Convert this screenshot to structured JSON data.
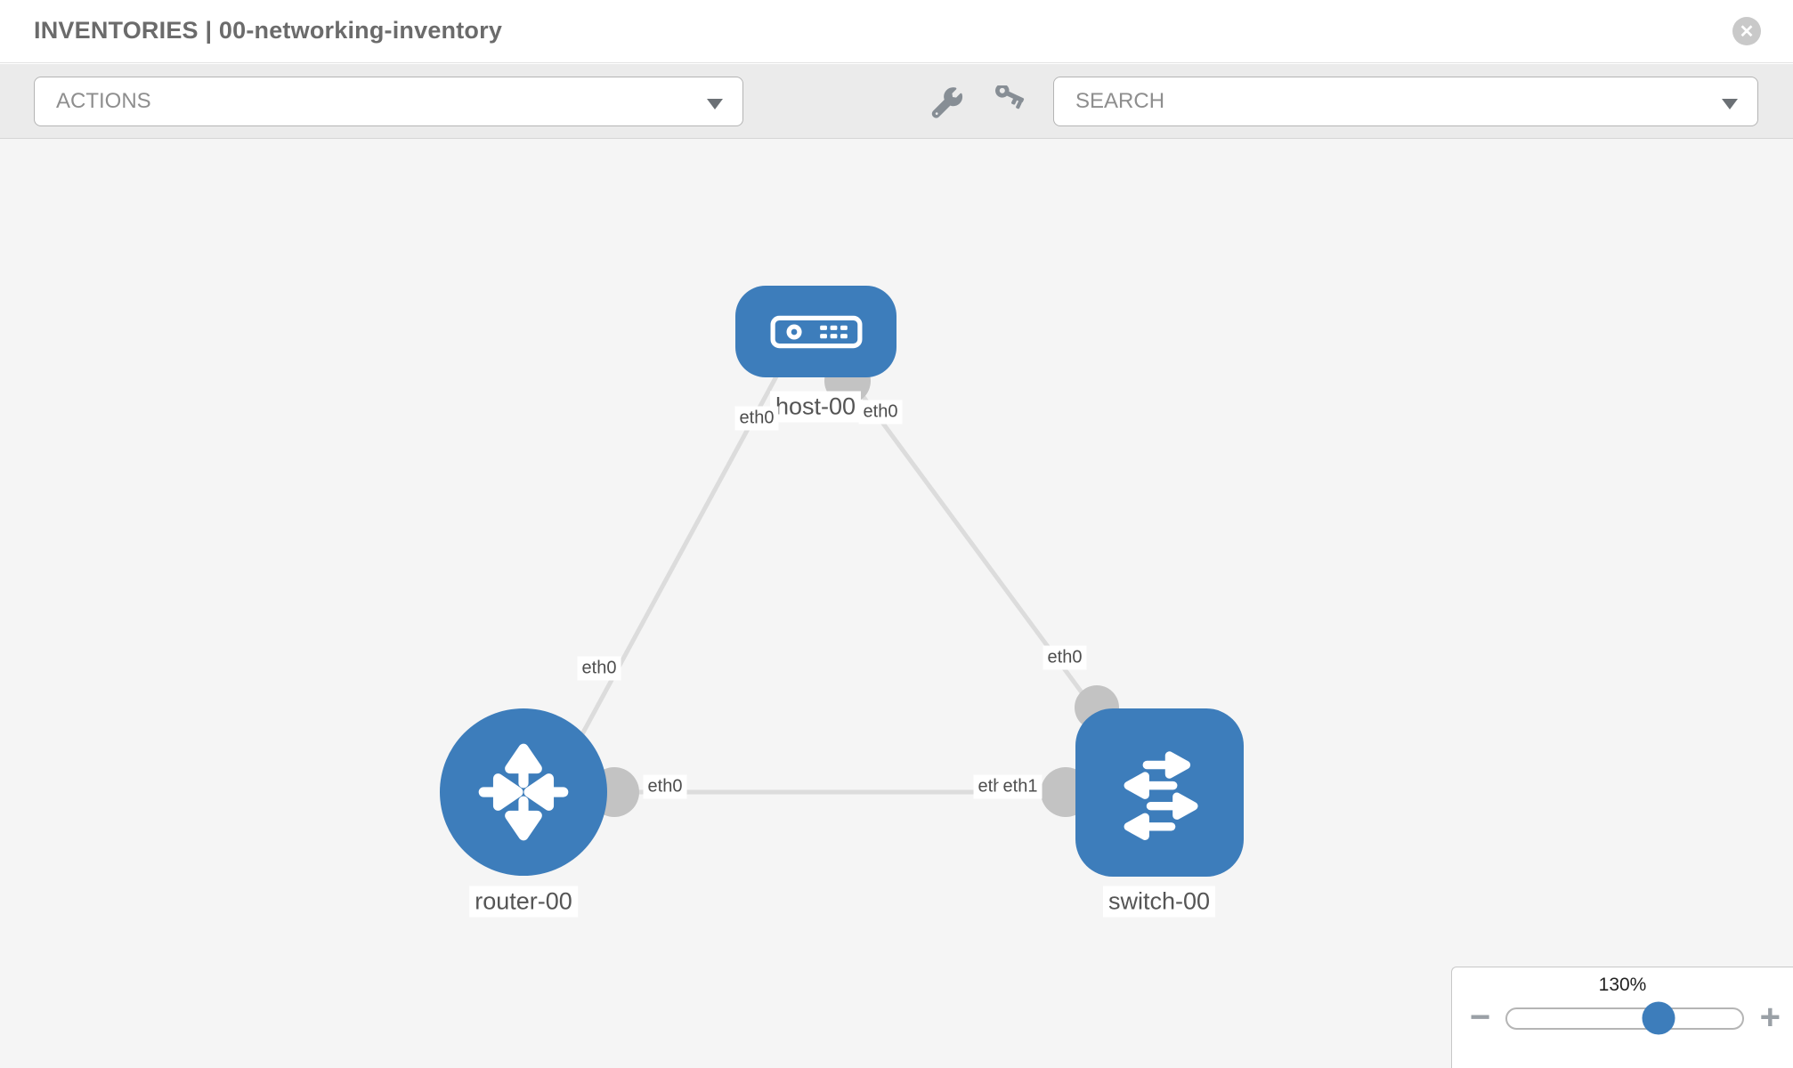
{
  "header": {
    "title": "INVENTORIES | 00-networking-inventory",
    "close_glyph": "✕"
  },
  "toolbar": {
    "actions_label": "ACTIONS",
    "search_placeholder": "SEARCH"
  },
  "graph": {
    "nodes": [
      {
        "name": "host-00",
        "type": "host",
        "shape": "rounded-rect"
      },
      {
        "name": "router-00",
        "type": "router",
        "shape": "circle"
      },
      {
        "name": "switch-00",
        "type": "switch",
        "shape": "rounded-square"
      }
    ],
    "links": [
      {
        "from": "host-00",
        "to": "router-00"
      },
      {
        "from": "host-00",
        "to": "switch-00"
      },
      {
        "from": "router-00",
        "to": "switch-00"
      }
    ],
    "interface_labels": {
      "host_left": "eth0",
      "host_right": "eth0",
      "link_host_router": "eth0",
      "link_host_switch": "eth0",
      "link_router_switch_router_end": "eth0",
      "link_router_switch_switch_end_under": "eth0",
      "link_router_switch_switch_end_over": "eth1"
    }
  },
  "zoom_control": {
    "value": "130%",
    "minus_label": "−",
    "plus_label": "+"
  },
  "colors": {
    "node_blue": "#3d7dbb",
    "link_gray": "#dcdcdc",
    "interface_gray": "#c3c3c3",
    "canvas_bg": "#f5f5f5",
    "toolbar_bg": "#ebebeb",
    "slider_thumb": "#3d7dbb"
  }
}
